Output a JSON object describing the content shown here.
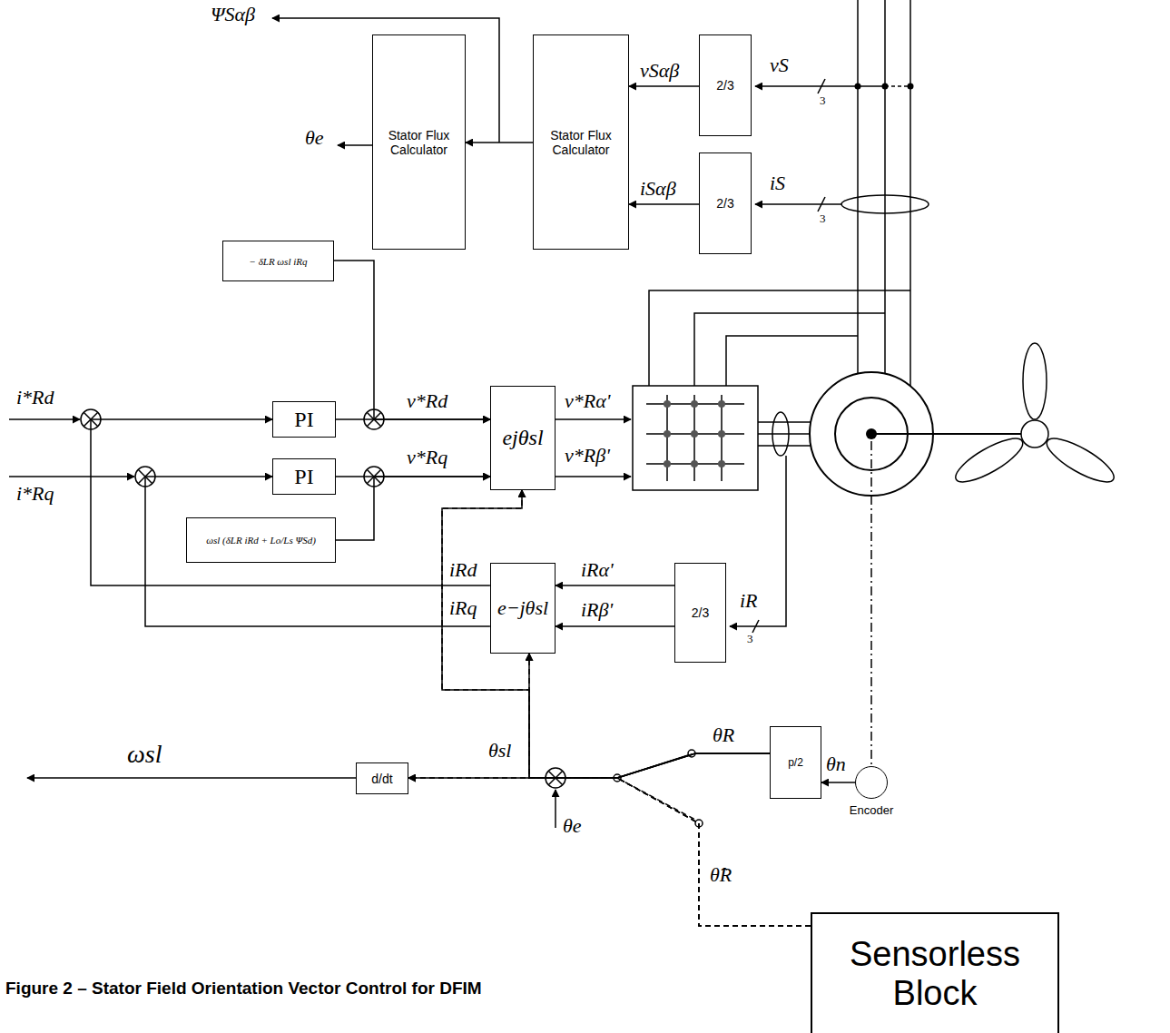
{
  "diagram": {
    "caption": "Figure 2 – Stator Field Orientation Vector Control for DFIM",
    "nodes": [
      {
        "text": [
          "Stator Flux Calculator"
        ]
      },
      {
        "text": [
          "Stator Flux Calculator"
        ]
      },
      {
        "text": [
          "2/3"
        ]
      },
      {
        "text": [
          "2/3"
        ]
      },
      {
        "text": [
          "− δLR ωsl iRq"
        ]
      },
      {
        "text": [
          "PI"
        ]
      },
      {
        "text": [
          "PI"
        ]
      },
      {
        "text": [
          "ωsl (δLR iRd + Lo/Ls ΨSd)"
        ]
      },
      {
        "text": [
          "ejθsl"
        ]
      },
      {
        "text": [
          "e−jθsl"
        ]
      },
      {
        "text": [
          "2/3"
        ]
      },
      {
        "text": [
          "p/2"
        ]
      },
      {
        "text": [
          "Encoder"
        ]
      },
      {
        "text": [
          "d/dt"
        ]
      },
      {
        "text": [
          "Sensorless Block"
        ]
      }
    ],
    "edges": [
      {
        "from": 1,
        "to": 0,
        "arrow": "to"
      },
      {
        "from": 2,
        "to": 1,
        "label": "vSαβ",
        "arrow": "to"
      },
      {
        "from": 3,
        "to": 1,
        "label": "iSαβ",
        "arrow": "to"
      },
      {
        "from": 5,
        "to": 8,
        "label": "v*Rd",
        "arrow": "to"
      },
      {
        "from": 4,
        "to": 8,
        "arrow": "to"
      },
      {
        "from": 6,
        "to": 8,
        "label": "v*Rq",
        "arrow": "to"
      },
      {
        "from": 7,
        "to": 8,
        "arrow": "to"
      },
      {
        "from": 9,
        "to": 5,
        "label": "iRd",
        "arrow": "to"
      },
      {
        "from": 9,
        "to": 6,
        "label": "iRq",
        "arrow": "to"
      },
      {
        "from": 10,
        "to": 9,
        "label": "iRα'",
        "arrow": "to"
      },
      {
        "from": 10,
        "to": 9,
        "label": "iRβ'",
        "arrow": "to"
      },
      {
        "from": 12,
        "to": 11,
        "label": "θn",
        "arrow": "to"
      },
      {
        "from": 11,
        "to": 13,
        "label": "θR",
        "arrow": "to"
      },
      {
        "from": 11,
        "to": 9,
        "arrow": "to"
      },
      {
        "from": 11,
        "to": 8,
        "arrow": "to"
      },
      {
        "from": 14,
        "to": 13,
        "label": "θ̂R",
        "arrow": "to"
      },
      {
        "from": 14,
        "to": 9,
        "arrow": "to"
      },
      {
        "from": 14,
        "to": 8,
        "arrow": "to"
      }
    ],
    "labels": [
      "ΨSαβ",
      "θe",
      "vS",
      "3",
      "iS",
      "3",
      "i*Rd",
      "i*Rq",
      "v*Rα'",
      "v*Rβ'",
      "iR",
      "3",
      "ωsl",
      "θsl",
      "θe"
    ]
  }
}
